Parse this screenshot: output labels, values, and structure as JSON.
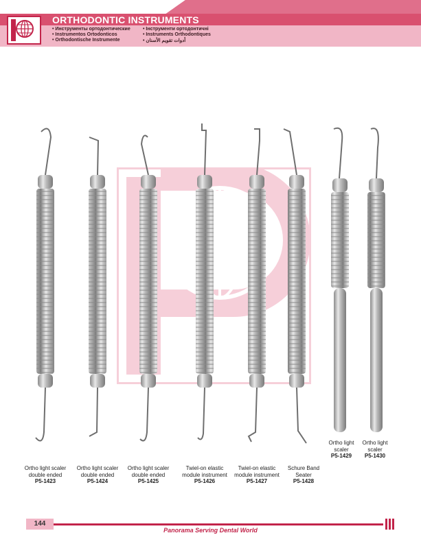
{
  "header": {
    "title": "ORTHODONTIC INSTRUMENTS",
    "languages": [
      "• Инструменты ортодонтические",
      "• Інструменти ортодонтичні",
      "• Instrumentos Ortodonticos",
      "• Instruments Orthodontiques",
      "• Orthodontische Instrumente",
      "• أدوات تقويم الأسنان"
    ]
  },
  "products": [
    {
      "name_line1": "Ortho light scaler",
      "name_line2": "double ended",
      "code": "P5-1423"
    },
    {
      "name_line1": "Ortho light scaler",
      "name_line2": "double ended",
      "code": "P5-1424"
    },
    {
      "name_line1": "Ortho light scaler",
      "name_line2": "double ended",
      "code": "P5-1425"
    },
    {
      "name_line1": "Twiel-on elastic",
      "name_line2": "module instrument",
      "code": "P5-1426"
    },
    {
      "name_line1": "Twiel-on elastic",
      "name_line2": "module instrument",
      "code": "P5-1427"
    },
    {
      "name_line1": "Schure Band",
      "name_line2": "Seater",
      "code": "P5-1428"
    },
    {
      "name_line1": "Ortho light",
      "name_line2": "scaler",
      "code": "P5-1429"
    },
    {
      "name_line1": "Ortho light",
      "name_line2": "scaler",
      "code": "P5-1430"
    }
  ],
  "footer": {
    "page_number": "144",
    "slogan": "Panorama Serving Dental World"
  },
  "colors": {
    "brand": "#c2244a",
    "header_pink": "#f1b6c6",
    "title_bar": "#d9506f"
  }
}
